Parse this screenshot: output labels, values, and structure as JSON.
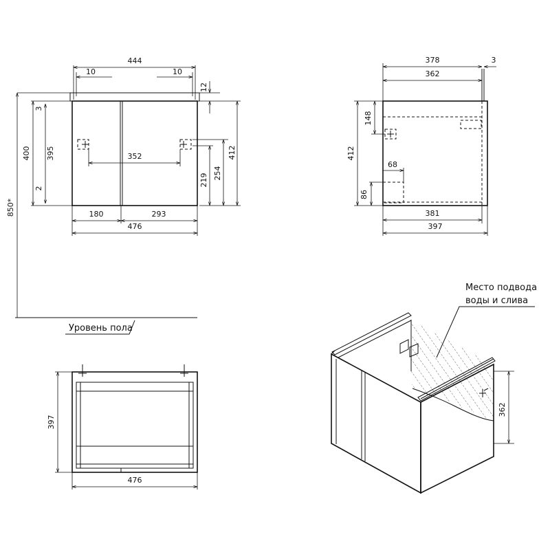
{
  "front_view": {
    "width_top": "444",
    "top_inset_left": "10",
    "top_inset_right": "10",
    "top_thickness": "12",
    "height_total_floor": "850*",
    "height_400": "400",
    "height_395": "395",
    "gap_3": "3",
    "gap_2": "2",
    "mount_spacing": "352",
    "height_219": "219",
    "height_254": "254",
    "height_412": "412",
    "door_180": "180",
    "door_293": "293",
    "width_476": "476"
  },
  "floor_label": "Уровень пола",
  "side_view": {
    "depth_378": "378",
    "gap_3": "3",
    "depth_362": "362",
    "height_148": "148",
    "height_412": "412",
    "offset_68": "68",
    "height_86": "86",
    "depth_381": "381",
    "depth_397": "397"
  },
  "top_view": {
    "depth_397": "397",
    "width_476": "476"
  },
  "iso_view": {
    "note_line1": "Место подвода",
    "note_line2": "воды и слива",
    "depth_362": "362"
  }
}
